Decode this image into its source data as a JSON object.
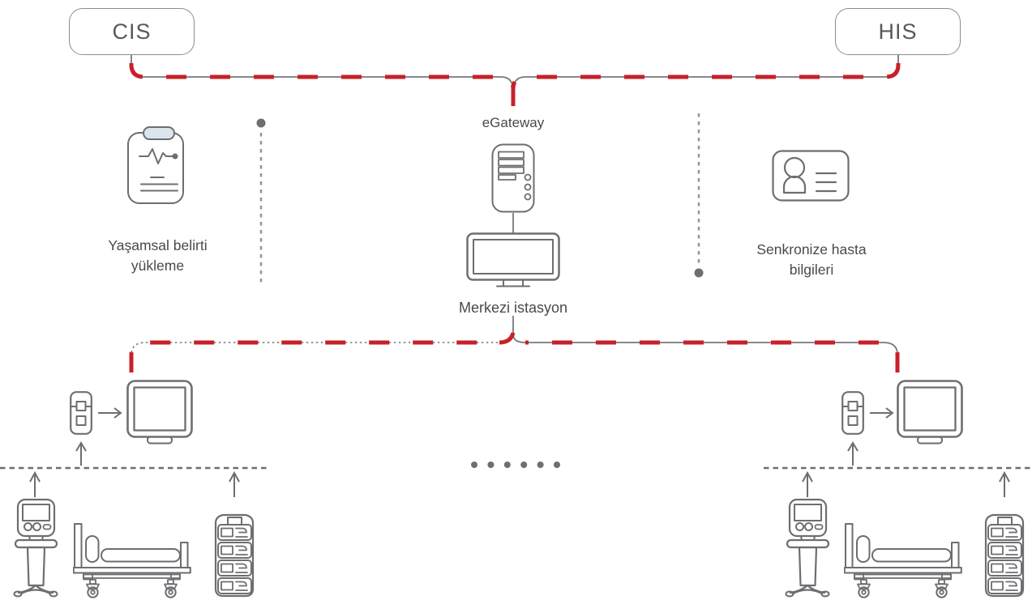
{
  "colors": {
    "accent_red": "#c8202a",
    "line_gray": "#77787b",
    "icon_gray": "#6d6e71",
    "dotted_gray": "#939598",
    "text_gray": "#48494b",
    "node_border": "#8a8c8f",
    "node_text": "#58595b",
    "clip_fill": "#dbe5ee"
  },
  "nodes": {
    "cis": "CIS",
    "his": "HIS"
  },
  "labels": {
    "egateway": "eGateway",
    "central_station": "Merkezi istasyon"
  },
  "notes": {
    "vital_signs": "Yaşamsal belirti yükleme",
    "patient_sync": "Senkronize hasta bilgileri"
  },
  "icons": {
    "vital_signs": "clipboard-ecg-icon",
    "patient_card": "patient-id-card-icon",
    "gateway_server": "server-tower-icon",
    "central_monitor": "desktop-monitor-icon",
    "bedside_monitor": "patient-monitor-icon",
    "connectivity_module": "connectivity-module-icon",
    "ventilator": "ventilator-icon",
    "bed": "hospital-bed-icon",
    "rack": "infusion-pump-rack-icon"
  }
}
